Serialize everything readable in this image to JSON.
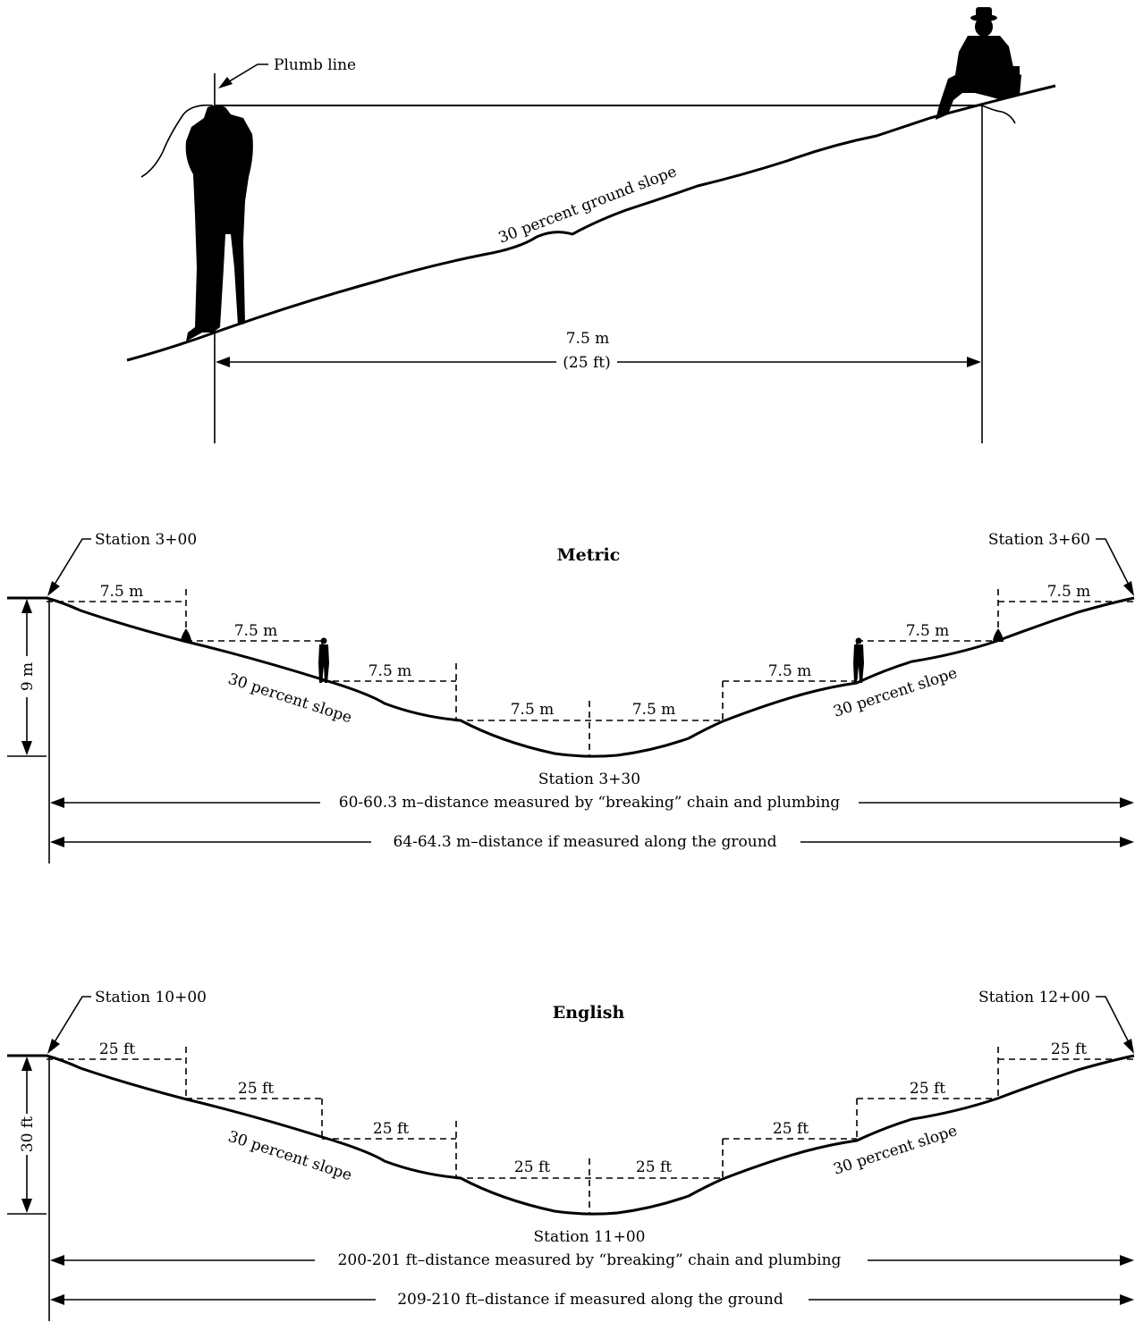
{
  "top": {
    "plumb_line": "Plumb line",
    "slope_label": "30 percent ground slope",
    "dist_m": "7.5 m",
    "dist_ft": "(25 ft)"
  },
  "metric": {
    "title": "Metric",
    "station_left": "Station 3+00",
    "station_right": "Station 3+60",
    "station_mid": "Station 3+30",
    "height": "9 m",
    "seg": "7.5 m",
    "slope_left": "30 percent slope",
    "slope_right": "30 percent slope",
    "dim1": "60-60.3 m–distance measured by “breaking” chain and plumbing",
    "dim2": "64-64.3 m–distance if measured along the ground"
  },
  "english": {
    "title": "English",
    "station_left": "Station 10+00",
    "station_right": "Station 12+00",
    "station_mid": "Station 11+00",
    "height": "30 ft",
    "seg": "25 ft",
    "slope_left": "30 percent slope",
    "slope_right": "30 percent slope",
    "dim1": "200-201 ft–distance measured by “breaking” chain and plumbing",
    "dim2": "209-210 ft–distance if measured along the ground"
  }
}
